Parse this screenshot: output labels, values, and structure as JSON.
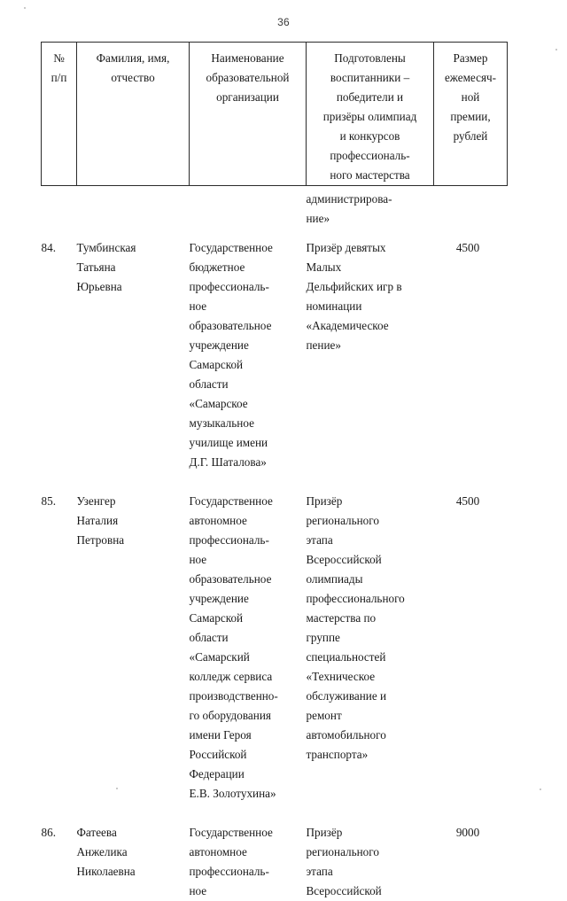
{
  "page": {
    "number": "36"
  },
  "table": {
    "headers": [
      {
        "lines": [
          "№",
          "п/п"
        ]
      },
      {
        "lines": [
          "Фамилия, имя,",
          "отчество"
        ]
      },
      {
        "lines": [
          "Наименование",
          "образовательной",
          "организации"
        ]
      },
      {
        "lines": [
          "Подготовлены",
          "воспитанники –",
          "победители и",
          "призёры олимпиад",
          "и конкурсов",
          "профессиональ-",
          "ного мастерства"
        ]
      },
      {
        "lines": [
          "Размер",
          "ежемесяч-",
          "ной",
          "премии,",
          "рублей"
        ]
      }
    ],
    "continuation": {
      "num": [],
      "name": [],
      "org": [],
      "achievement": [
        "администрирова-",
        "ние»"
      ],
      "amount": []
    },
    "rows": [
      {
        "num": "84.",
        "name": [
          "Тумбинская",
          "Татьяна",
          "Юрьевна"
        ],
        "organization": [
          "Государственное",
          "бюджетное",
          "профессиональ-",
          "ное",
          "образовательное",
          "учреждение",
          "Самарской",
          "области",
          "«Самарское",
          "музыкальное",
          "училище имени",
          "Д.Г. Шаталова»"
        ],
        "achievement": [
          "Призёр девятых",
          "Малых",
          "Дельфийских игр в",
          "номинации",
          "«Академическое",
          "пение»"
        ],
        "amount": "4500"
      },
      {
        "num": "85.",
        "name": [
          "Узенгер",
          "Наталия",
          "Петровна"
        ],
        "organization": [
          "Государственное",
          "автономное",
          "профессиональ-",
          "ное",
          "образовательное",
          "учреждение",
          "Самарской",
          "области",
          "«Самарский",
          "колледж сервиса",
          "производственно-",
          "го оборудования",
          "имени Героя",
          "Российской",
          "Федерации",
          "Е.В. Золотухина»"
        ],
        "achievement": [
          "Призёр",
          "регионального",
          "этапа",
          "Всероссийской",
          "олимпиады",
          "профессионального",
          "мастерства по",
          "группе",
          "специальностей",
          "«Техническое",
          "обслуживание и",
          "ремонт",
          "автомобильного",
          "транспорта»"
        ],
        "amount": "4500"
      },
      {
        "num": "86.",
        "name": [
          "Фатеева",
          "Анжелика",
          "Николаевна"
        ],
        "organization": [
          "Государственное",
          "автономное",
          "профессиональ-",
          "ное"
        ],
        "achievement": [
          "Призёр",
          "регионального",
          "этапа",
          "Всероссийской"
        ],
        "amount": "9000"
      }
    ]
  }
}
